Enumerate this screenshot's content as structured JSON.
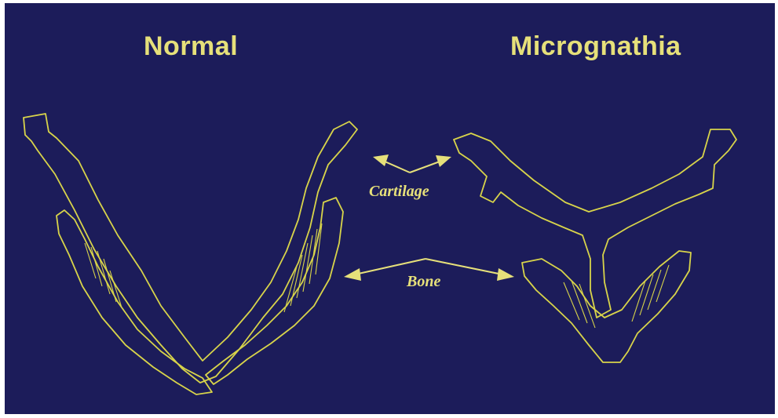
{
  "headings": {
    "left": "Normal",
    "right": "Micrognathia"
  },
  "labels": {
    "cartilage": "Cartilage",
    "bone": "Bone"
  },
  "colors": {
    "background": "#1c1c5a",
    "drawing": "#d8d44a",
    "text": "#e6e07a"
  }
}
